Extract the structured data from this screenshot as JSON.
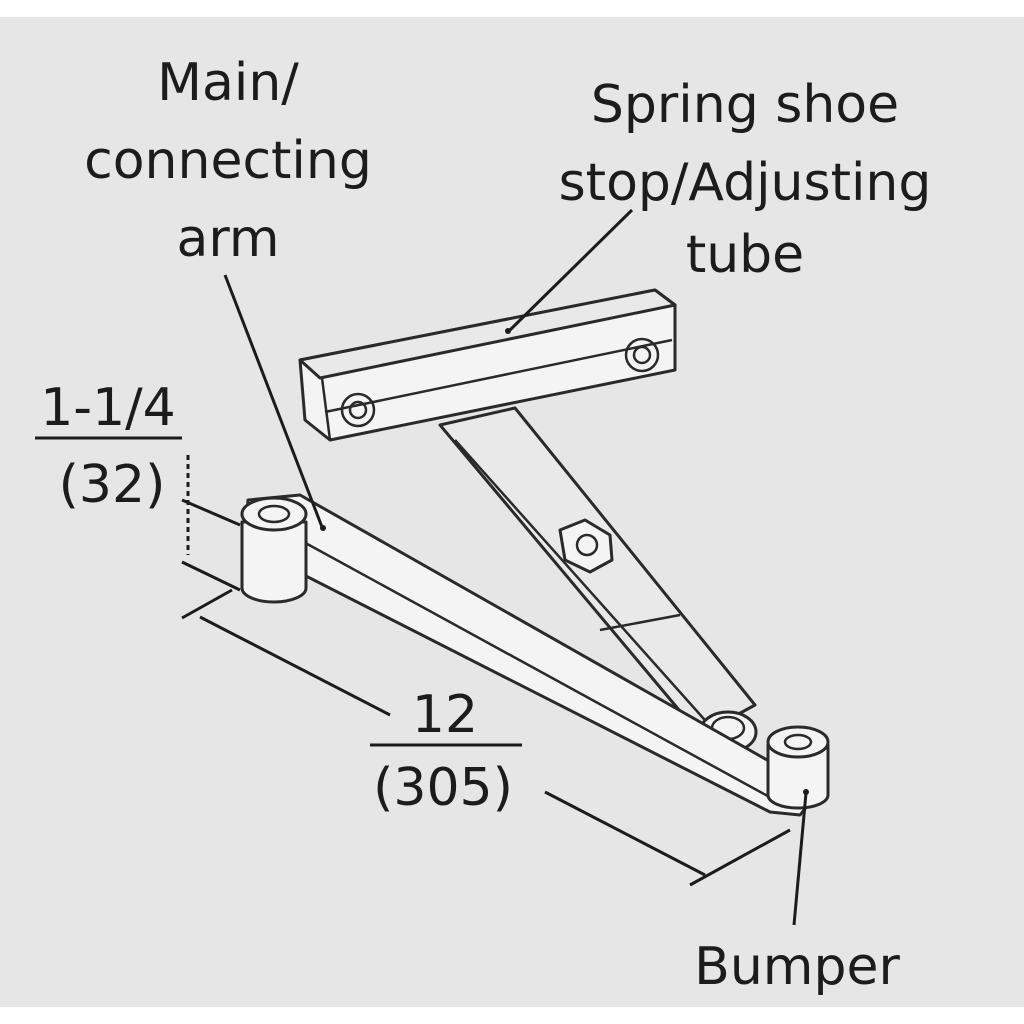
{
  "labels": {
    "main_arm": [
      "Main/",
      "connecting",
      "arm"
    ],
    "spring_shoe": [
      "Spring shoe",
      "stop/Adjusting",
      "tube"
    ],
    "bumper": "Bumper"
  },
  "dimensions": {
    "height_in": "1-1/4",
    "height_mm": "(32)",
    "length_in": "12",
    "length_mm": "(305)"
  }
}
